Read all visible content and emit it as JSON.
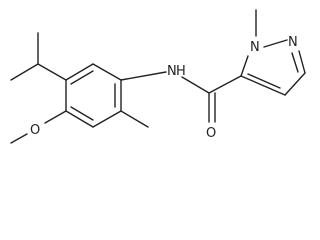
{
  "molecule": {
    "atoms": {
      "N_amide": "N",
      "H_amide": "H",
      "O_carbonyl": "O",
      "N_pyrazole_1": "N",
      "N_pyrazole_2": "N",
      "O_methoxy": "O"
    }
  },
  "colors": {
    "bond": "#222222",
    "background": "#ffffff"
  }
}
